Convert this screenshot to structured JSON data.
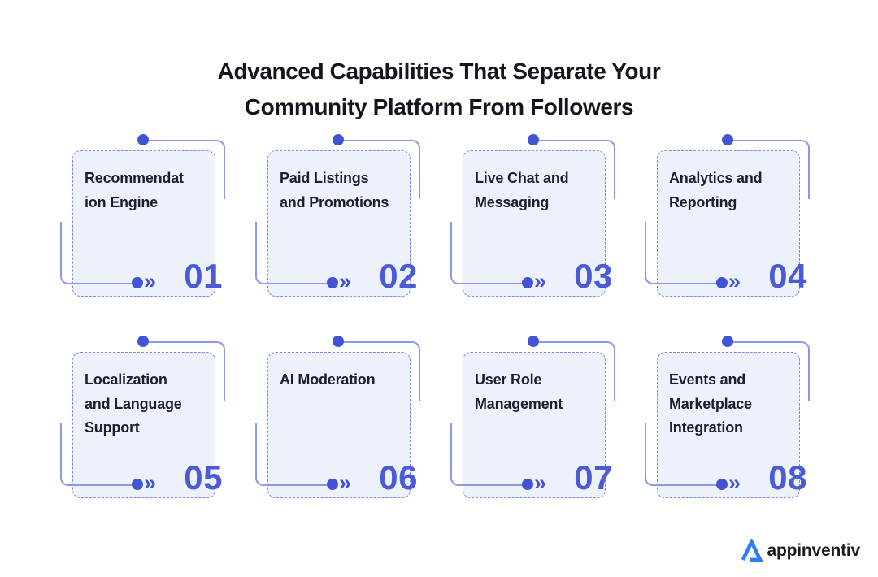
{
  "title": {
    "line1": "Advanced Capabilities That Separate Your",
    "line2": "Community Platform From Followers"
  },
  "cards": [
    {
      "number": "01",
      "label": "Recommendat\nion Engine"
    },
    {
      "number": "02",
      "label": "Paid Listings\nand Promotions"
    },
    {
      "number": "03",
      "label": "Live Chat and\nMessaging"
    },
    {
      "number": "04",
      "label": "Analytics and\nReporting"
    },
    {
      "number": "05",
      "label": "Localization\nand Language\nSupport"
    },
    {
      "number": "06",
      "label": "AI Moderation"
    },
    {
      "number": "07",
      "label": "User Role\nManagement"
    },
    {
      "number": "08",
      "label": "Events and\nMarketplace\nIntegration"
    }
  ],
  "icons": {
    "chevron": "»",
    "connector_dot": "filled-circle"
  },
  "brand": {
    "name": "appinventiv"
  },
  "colors": {
    "accent_dot": "#4254d4",
    "number_blue": "#4b5bd7",
    "connector_line": "#8a99e8",
    "card_background": "#edf1fb",
    "card_border": "#7b8cdf",
    "title_text": "#15151f",
    "logo_blue": "#2e7df5",
    "page_background": "#ffffff"
  }
}
